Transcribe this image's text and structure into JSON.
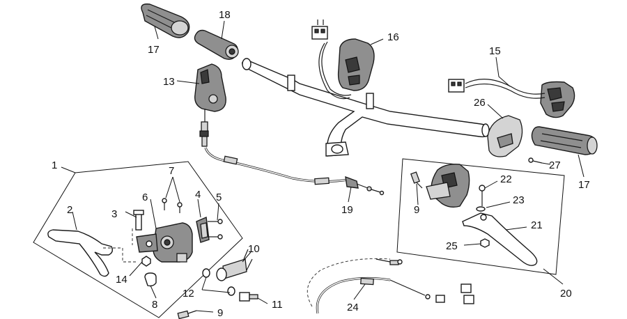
{
  "callouts": {
    "c1": "1",
    "c2": "2",
    "c3": "3",
    "c4": "4",
    "c5": "5",
    "c6": "6",
    "c7": "7",
    "c8": "8",
    "c9a": "9",
    "c9b": "9",
    "c10": "10",
    "c11": "11",
    "c12": "12",
    "c13": "13",
    "c14": "14",
    "c15": "15",
    "c16": "16",
    "c17a": "17",
    "c17b": "17",
    "c18": "18",
    "c19": "19",
    "c20": "20",
    "c21": "21",
    "c22": "22",
    "c23": "23",
    "c24": "24",
    "c25": "25",
    "c26": "26",
    "c27": "27"
  }
}
